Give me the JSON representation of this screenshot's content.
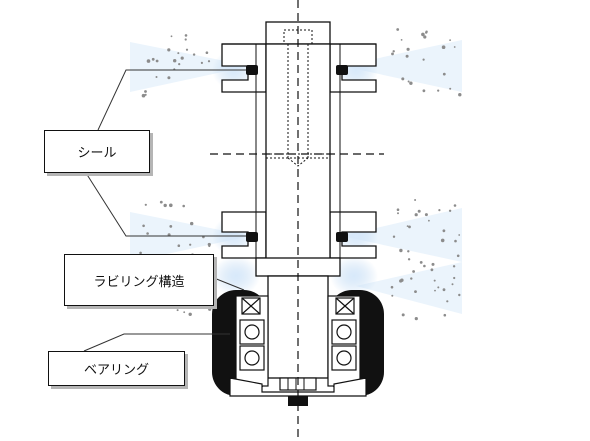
{
  "labels": {
    "seal": "シール",
    "labyrinth": "ラビリング構造",
    "bearing": "ベアリング"
  },
  "colors": {
    "outline": "#111111",
    "spray": "#bcd7f2",
    "spray_core": "#e9f3fc",
    "dots": "#8c8c8c",
    "shaft": "#ffffff",
    "leader": "#333333",
    "shadow": "#b5b5b5"
  }
}
